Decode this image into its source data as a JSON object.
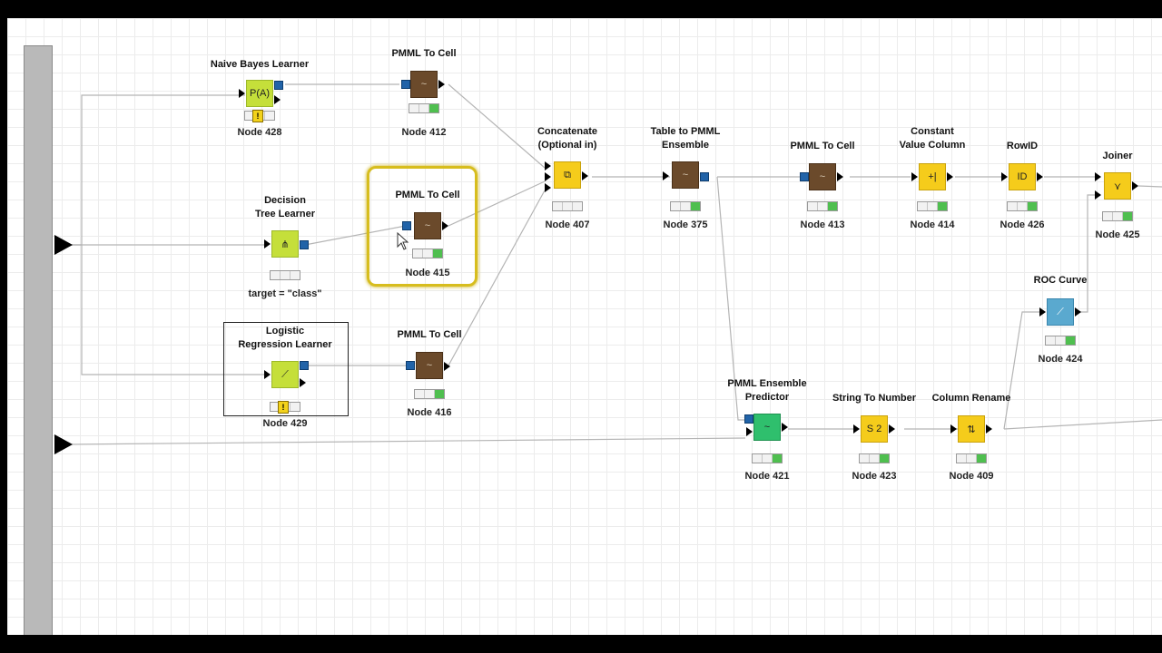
{
  "nodes": [
    {
      "id": "n428",
      "title": "Naive Bayes Learner",
      "icon": "naive-bayes-icon",
      "icon_text": "P(A)",
      "caption": "Node 428",
      "warning": "!"
    },
    {
      "id": "n412",
      "title": "PMML To Cell",
      "icon": "pmml-to-cell-icon",
      "icon_text": "~",
      "caption": "Node 412"
    },
    {
      "id": "n_dt",
      "title": "Decision\nTree Learner",
      "icon": "decision-tree-icon",
      "icon_text": "⋔",
      "caption": "target = \"class\""
    },
    {
      "id": "n415",
      "title": "PMML To Cell",
      "icon": "pmml-to-cell-icon",
      "icon_text": "~",
      "caption": "Node 415"
    },
    {
      "id": "n429",
      "title": "Logistic\nRegression Learner",
      "icon": "logistic-regression-icon",
      "icon_text": "⟋",
      "caption": "Node 429",
      "warning": "!"
    },
    {
      "id": "n416",
      "title": "PMML To Cell",
      "icon": "pmml-to-cell-icon",
      "icon_text": "~",
      "caption": "Node 416"
    },
    {
      "id": "n407",
      "title": "Concatenate\n(Optional in)",
      "icon": "concatenate-icon",
      "icon_text": "⧉",
      "caption": "Node 407"
    },
    {
      "id": "n375",
      "title": "Table to PMML\nEnsemble",
      "icon": "table-to-pmml-ensemble-icon",
      "icon_text": "~",
      "caption": "Node 375"
    },
    {
      "id": "n413",
      "title": "PMML To Cell",
      "icon": "pmml-to-cell-icon",
      "icon_text": "~",
      "caption": "Node 413"
    },
    {
      "id": "n414",
      "title": "Constant\nValue Column",
      "icon": "constant-value-column-icon",
      "icon_text": "+|",
      "caption": "Node 414"
    },
    {
      "id": "n426",
      "title": "RowID",
      "icon": "rowid-icon",
      "icon_text": "ID",
      "caption": "Node 426"
    },
    {
      "id": "n425",
      "title": "Joiner",
      "icon": "joiner-icon",
      "icon_text": "⋎",
      "caption": "Node 425"
    },
    {
      "id": "n424",
      "title": "ROC Curve",
      "icon": "roc-curve-icon",
      "icon_text": "⟋",
      "caption": "Node 424"
    },
    {
      "id": "n421",
      "title": "PMML Ensemble\nPredictor",
      "icon": "pmml-ensemble-predictor-icon",
      "icon_text": "~",
      "caption": "Node 421"
    },
    {
      "id": "n423",
      "title": "String To Number",
      "icon": "string-to-number-icon",
      "icon_text": "S 2",
      "caption": "Node 423"
    },
    {
      "id": "n409",
      "title": "Column Rename",
      "icon": "column-rename-icon",
      "icon_text": "⇅",
      "caption": "Node 409"
    }
  ],
  "colors": {
    "learner": "#c5df3a",
    "pmml": "#6b4a2b",
    "manipulator": "#f5cc1b",
    "predictor": "#2fbf6d",
    "view": "#5aa9cf",
    "selection": "#d7bd1e",
    "port": "#2163a8"
  }
}
